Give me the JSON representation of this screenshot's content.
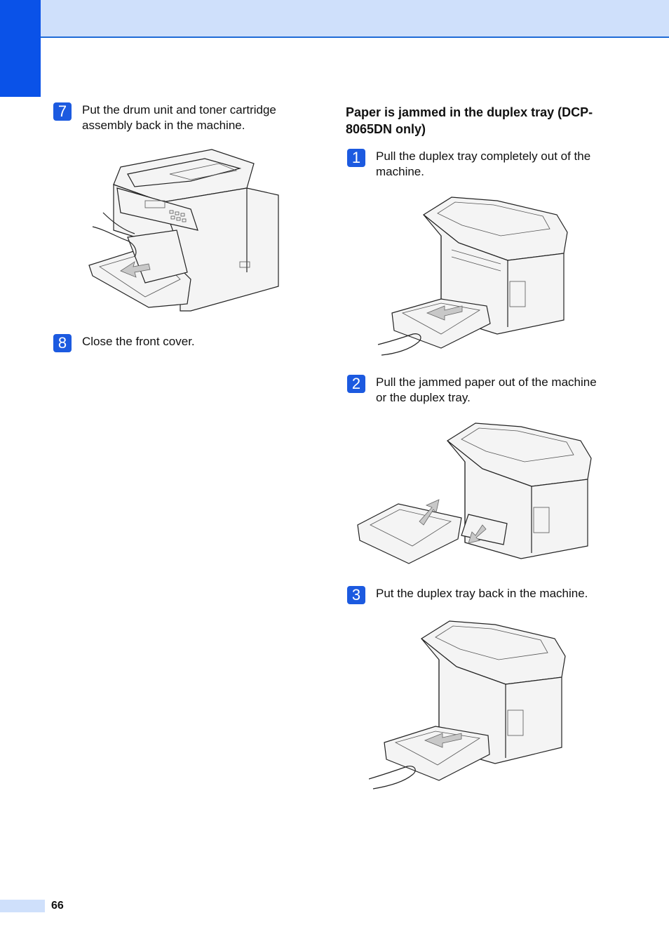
{
  "steps_left": [
    {
      "number": "7",
      "text": "Put the drum unit and toner cartridge assembly back in the machine."
    },
    {
      "number": "8",
      "text": "Close the front cover."
    }
  ],
  "section": {
    "heading": "Paper is jammed in the duplex tray (DCP-8065DN only)"
  },
  "steps_right": [
    {
      "number": "1",
      "text": "Pull the duplex tray completely out of the machine."
    },
    {
      "number": "2",
      "text": "Pull the jammed paper out of the machine or the duplex tray."
    },
    {
      "number": "3",
      "text": "Put the duplex tray back in the machine."
    }
  ],
  "footer": {
    "page_number": "66"
  },
  "colors": {
    "accent": "#0a52e8",
    "band": "#cfe0fb"
  }
}
